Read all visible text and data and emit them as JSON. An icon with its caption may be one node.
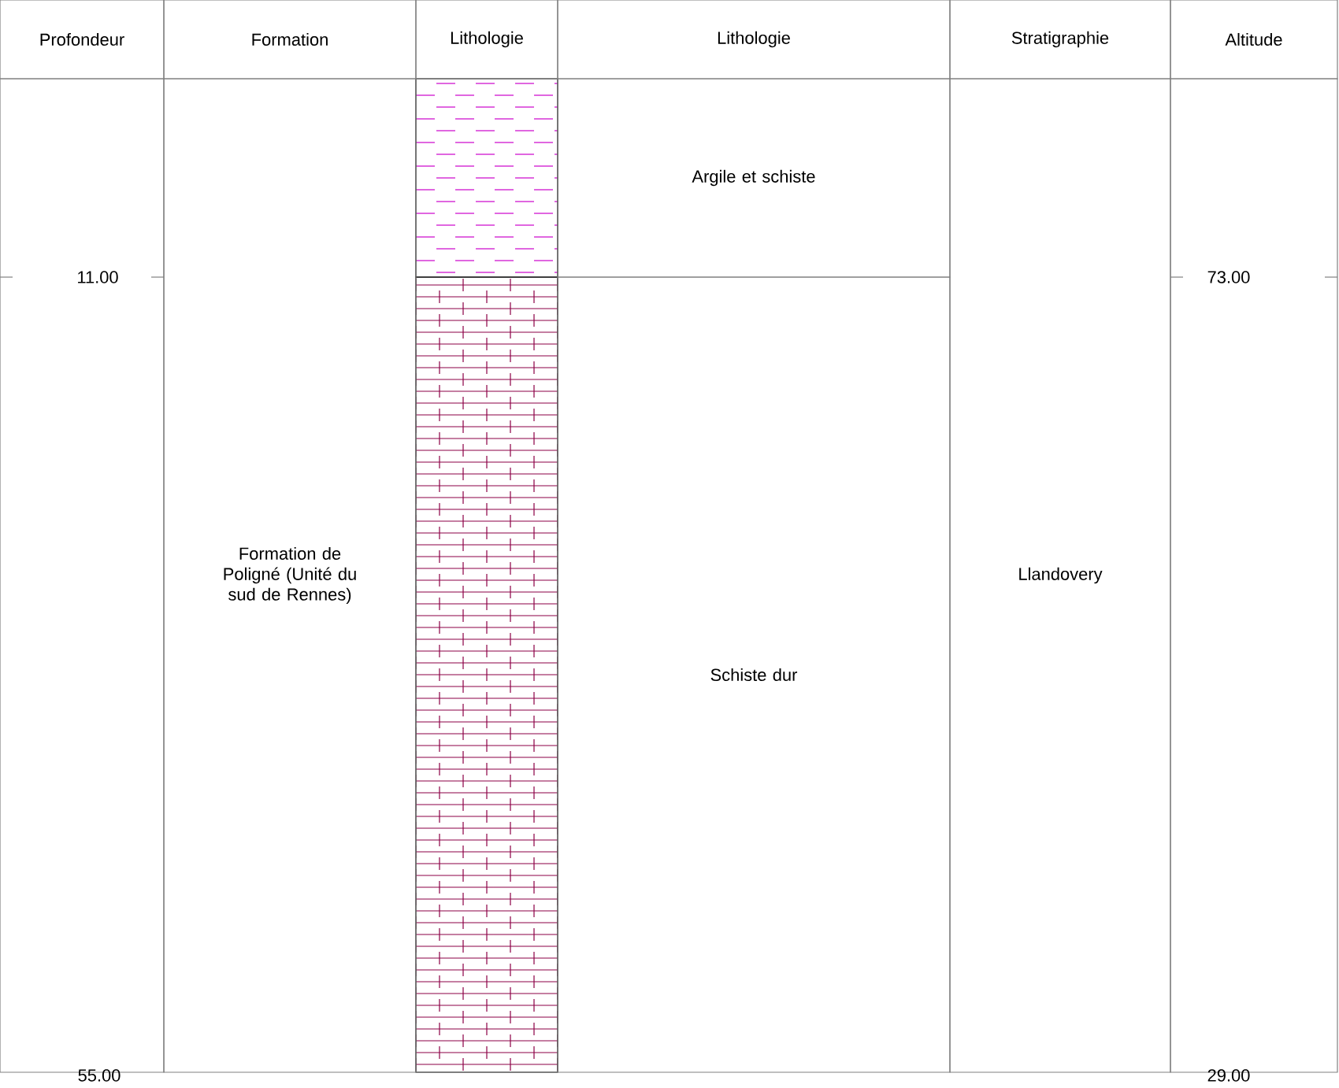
{
  "diagram": {
    "nodes": [
      {
        "text": [
          "Profondeur"
        ]
      },
      {
        "text": [
          "Formation"
        ]
      },
      {
        "text": [
          "Lithologie"
        ]
      },
      {
        "text": [
          "Lithologie"
        ]
      },
      {
        "text": [
          "Stratigraphie"
        ]
      },
      {
        "text": [
          "Altitude"
        ]
      },
      {
        "text": [
          "Argile et schiste"
        ]
      },
      {
        "text": [
          "Formation de Poligné (Unité du sud de Rennes)"
        ]
      },
      {
        "text": [
          "Llandovery"
        ]
      },
      {
        "text": [
          "Schiste dur"
        ]
      }
    ],
    "labels": [
      "11.00",
      "73.00",
      "55.00",
      "29.00"
    ]
  }
}
